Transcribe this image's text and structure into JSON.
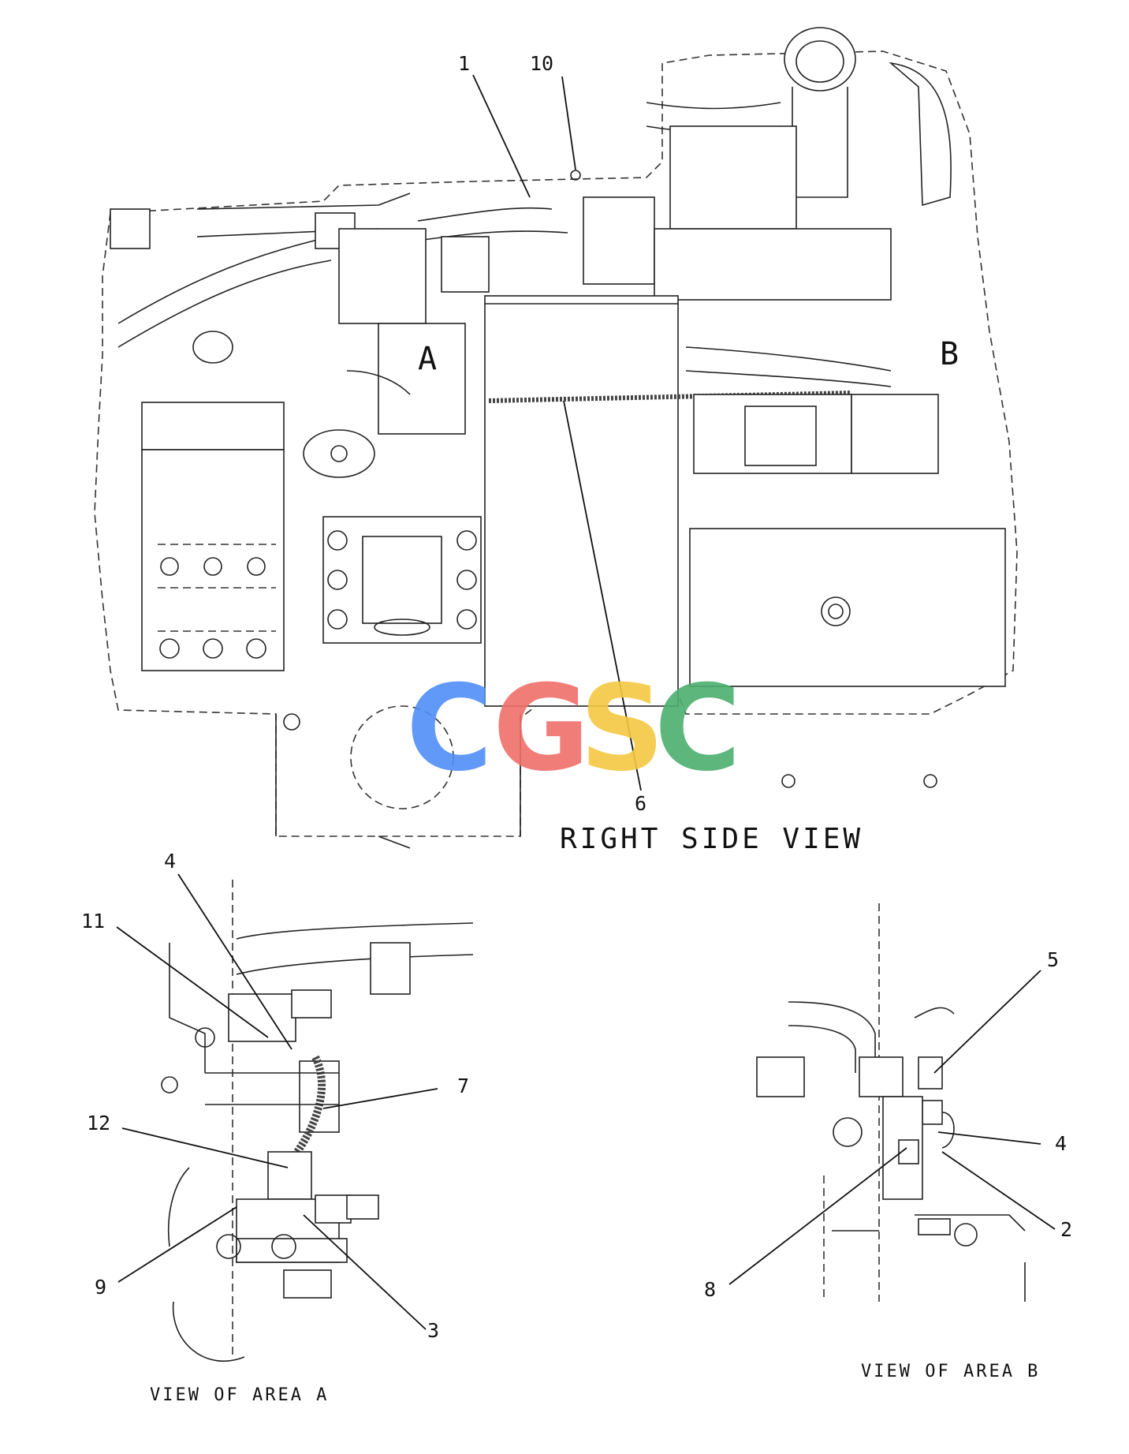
{
  "views": {
    "main": {
      "title": "RIGHT SIDE VIEW",
      "area_markers": {
        "a": "A",
        "b": "B"
      },
      "callouts": {
        "c1": "1",
        "c10": "10",
        "c6": "6"
      }
    },
    "area_a": {
      "title": "VIEW OF AREA A",
      "callouts": {
        "c4": "4",
        "c11": "11",
        "c7": "7",
        "c12": "12",
        "c9": "9",
        "c3": "3"
      }
    },
    "area_b": {
      "title": "VIEW OF AREA B",
      "callouts": {
        "c5": "5",
        "c4": "4",
        "c2": "2",
        "c8": "8"
      }
    }
  },
  "watermark": {
    "letters": [
      "C",
      "G",
      "S",
      "C"
    ],
    "colors": [
      "#4f8ef7",
      "#ef6f6a",
      "#f5c842",
      "#4caf6e"
    ]
  }
}
